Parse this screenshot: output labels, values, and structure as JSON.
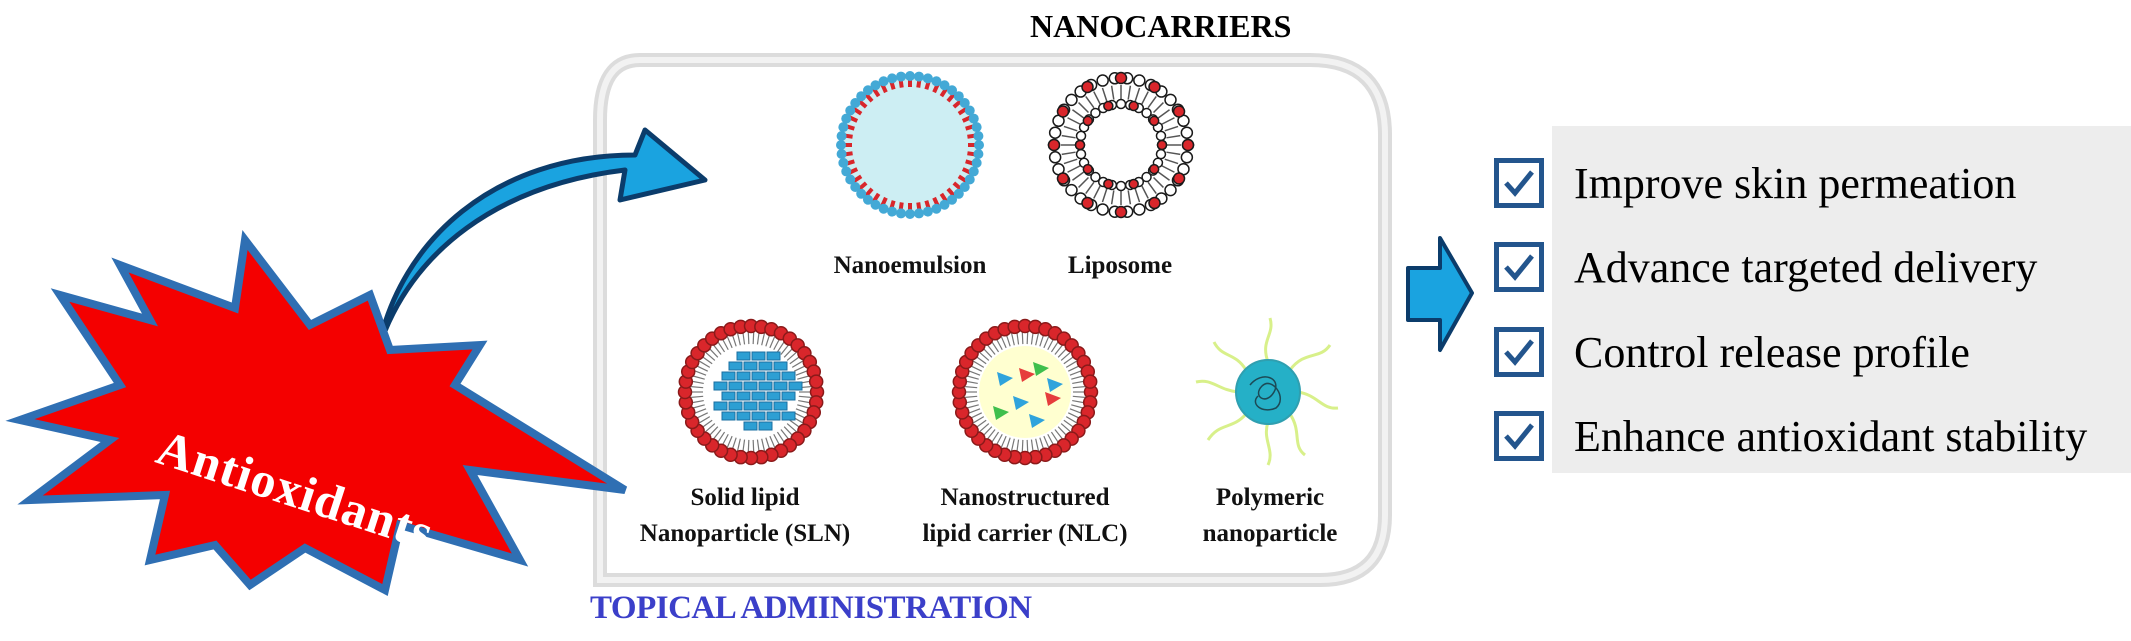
{
  "title": "NANOCARRIERS",
  "source_label": "Antioxidants",
  "route_label": "TOPICAL ADMINISTRATION",
  "nanocarriers": [
    {
      "id": "nanoemulsion",
      "label_lines": [
        "Nanoemulsion"
      ]
    },
    {
      "id": "liposome",
      "label_lines": [
        "Liposome"
      ]
    },
    {
      "id": "sln",
      "label_lines": [
        "Solid lipid",
        "Nanoparticle (SLN)"
      ]
    },
    {
      "id": "nlc",
      "label_lines": [
        "Nanostructured",
        "lipid carrier (NLC)"
      ]
    },
    {
      "id": "polymeric",
      "label_lines": [
        "Polymeric",
        "nanoparticle"
      ]
    }
  ],
  "benefits": [
    "Improve skin permeation",
    "Advance targeted delivery",
    "Control release profile",
    "Enhance antioxidant stability"
  ],
  "colors": {
    "arrow_blue": "#1aa3e0",
    "arrow_dark": "#0b3c6b",
    "burst_red": "#f40000",
    "burst_border": "#2f6fb3",
    "lipid_head_red": "#d9262b",
    "lipid_head_blue": "#43a9d6",
    "check_blue": "#23558d",
    "route_blue": "#3b3fc9",
    "panel_gray": "#ededed",
    "polymer_yellow": "#d8f08a",
    "polymer_core": "#25b0c7"
  }
}
